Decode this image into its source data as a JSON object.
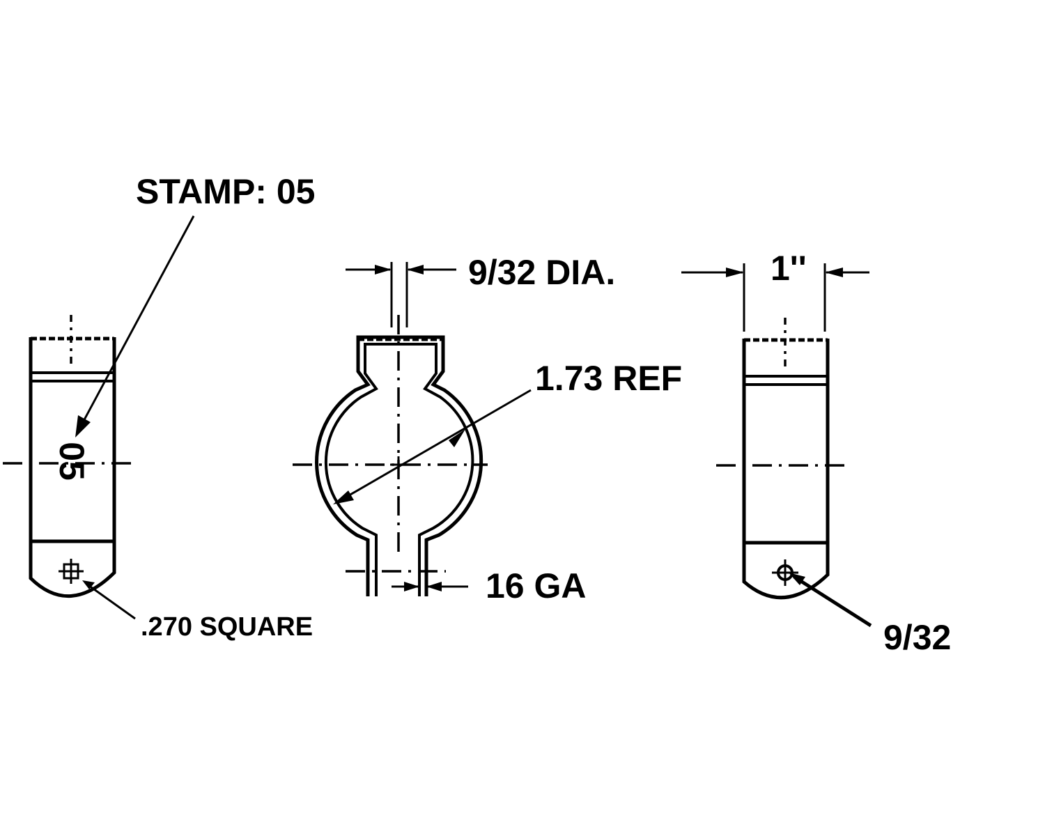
{
  "labels": {
    "stamp_callout": "STAMP: 05",
    "stamp_text": "05",
    "square_hole": ".270 SQUARE",
    "slot_dia": "9/32 DIA.",
    "radius_ref": "1.73 REF",
    "gauge": "16 GA",
    "width": "1''",
    "round_hole": "9/32"
  }
}
